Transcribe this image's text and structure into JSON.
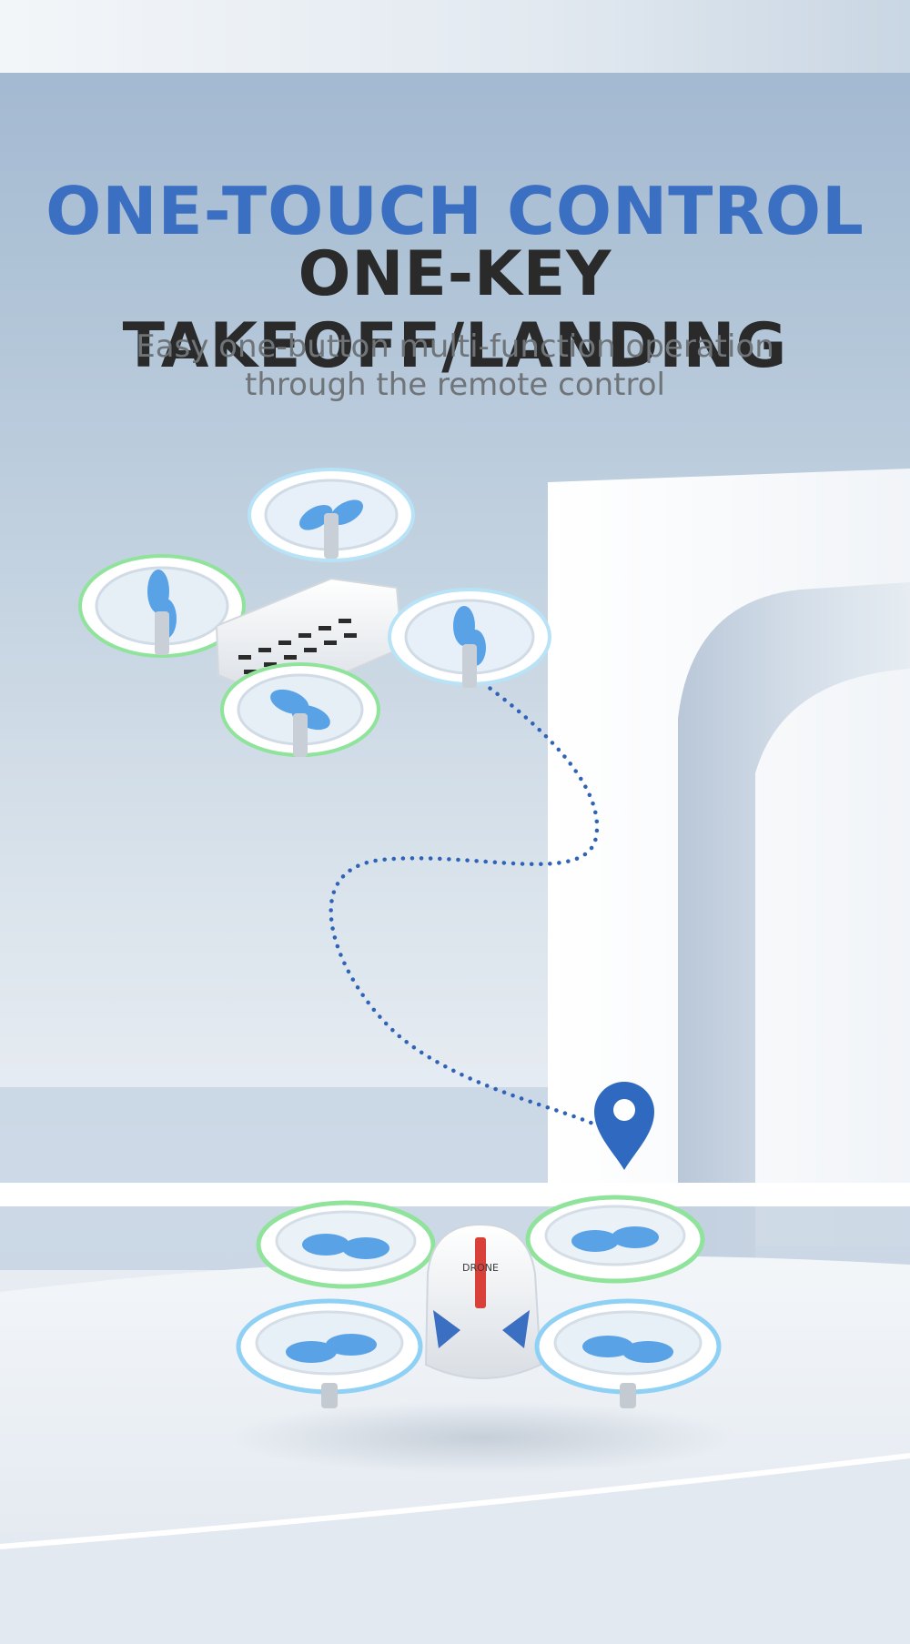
{
  "headline": {
    "line1": "ONE-TOUCH CONTROL",
    "line2": "ONE-KEY TAKEOFF/LANDING"
  },
  "subtitle": {
    "line1": "Easy one-button multi-function operation",
    "line2": "through the remote control"
  },
  "drone_label": "DRONE",
  "colors": {
    "accent_blue": "#3b6fc2",
    "dark_text": "#2a2a2a",
    "gray_text": "#6f7478",
    "path_blue": "#2f63b8",
    "pin_blue": "#2f6ac0",
    "glow_green": "#7fe07a",
    "glow_blue": "#8fd0f5",
    "propeller_blue": "#5aa2e6",
    "stripe_red": "#d9403a"
  },
  "icons": {
    "pin": "location-pin-icon"
  }
}
